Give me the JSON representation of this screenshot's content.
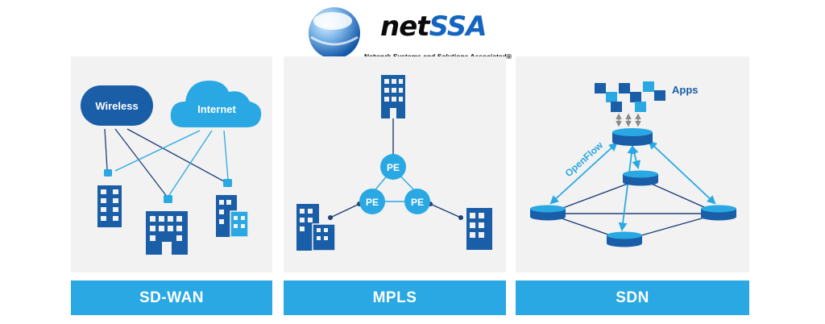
{
  "brand": {
    "name_part1": "net",
    "name_part2": "SSA",
    "tagline": "Network Systems and Solutions Associated®"
  },
  "panels": {
    "sdwan": {
      "title": "SD-WAN",
      "cloud_left": "Wireless",
      "cloud_right": "Internet"
    },
    "mpls": {
      "title": "MPLS",
      "nodes": [
        "PE",
        "PE",
        "PE"
      ]
    },
    "sdn": {
      "title": "SDN",
      "apps_label": "Apps",
      "protocol_label": "OpenFlow"
    }
  },
  "colors": {
    "dark_blue": "#1a5ea8",
    "light_blue": "#29a8e3",
    "navy": "#1f3f78",
    "panel_bg": "#f2f2f2"
  }
}
